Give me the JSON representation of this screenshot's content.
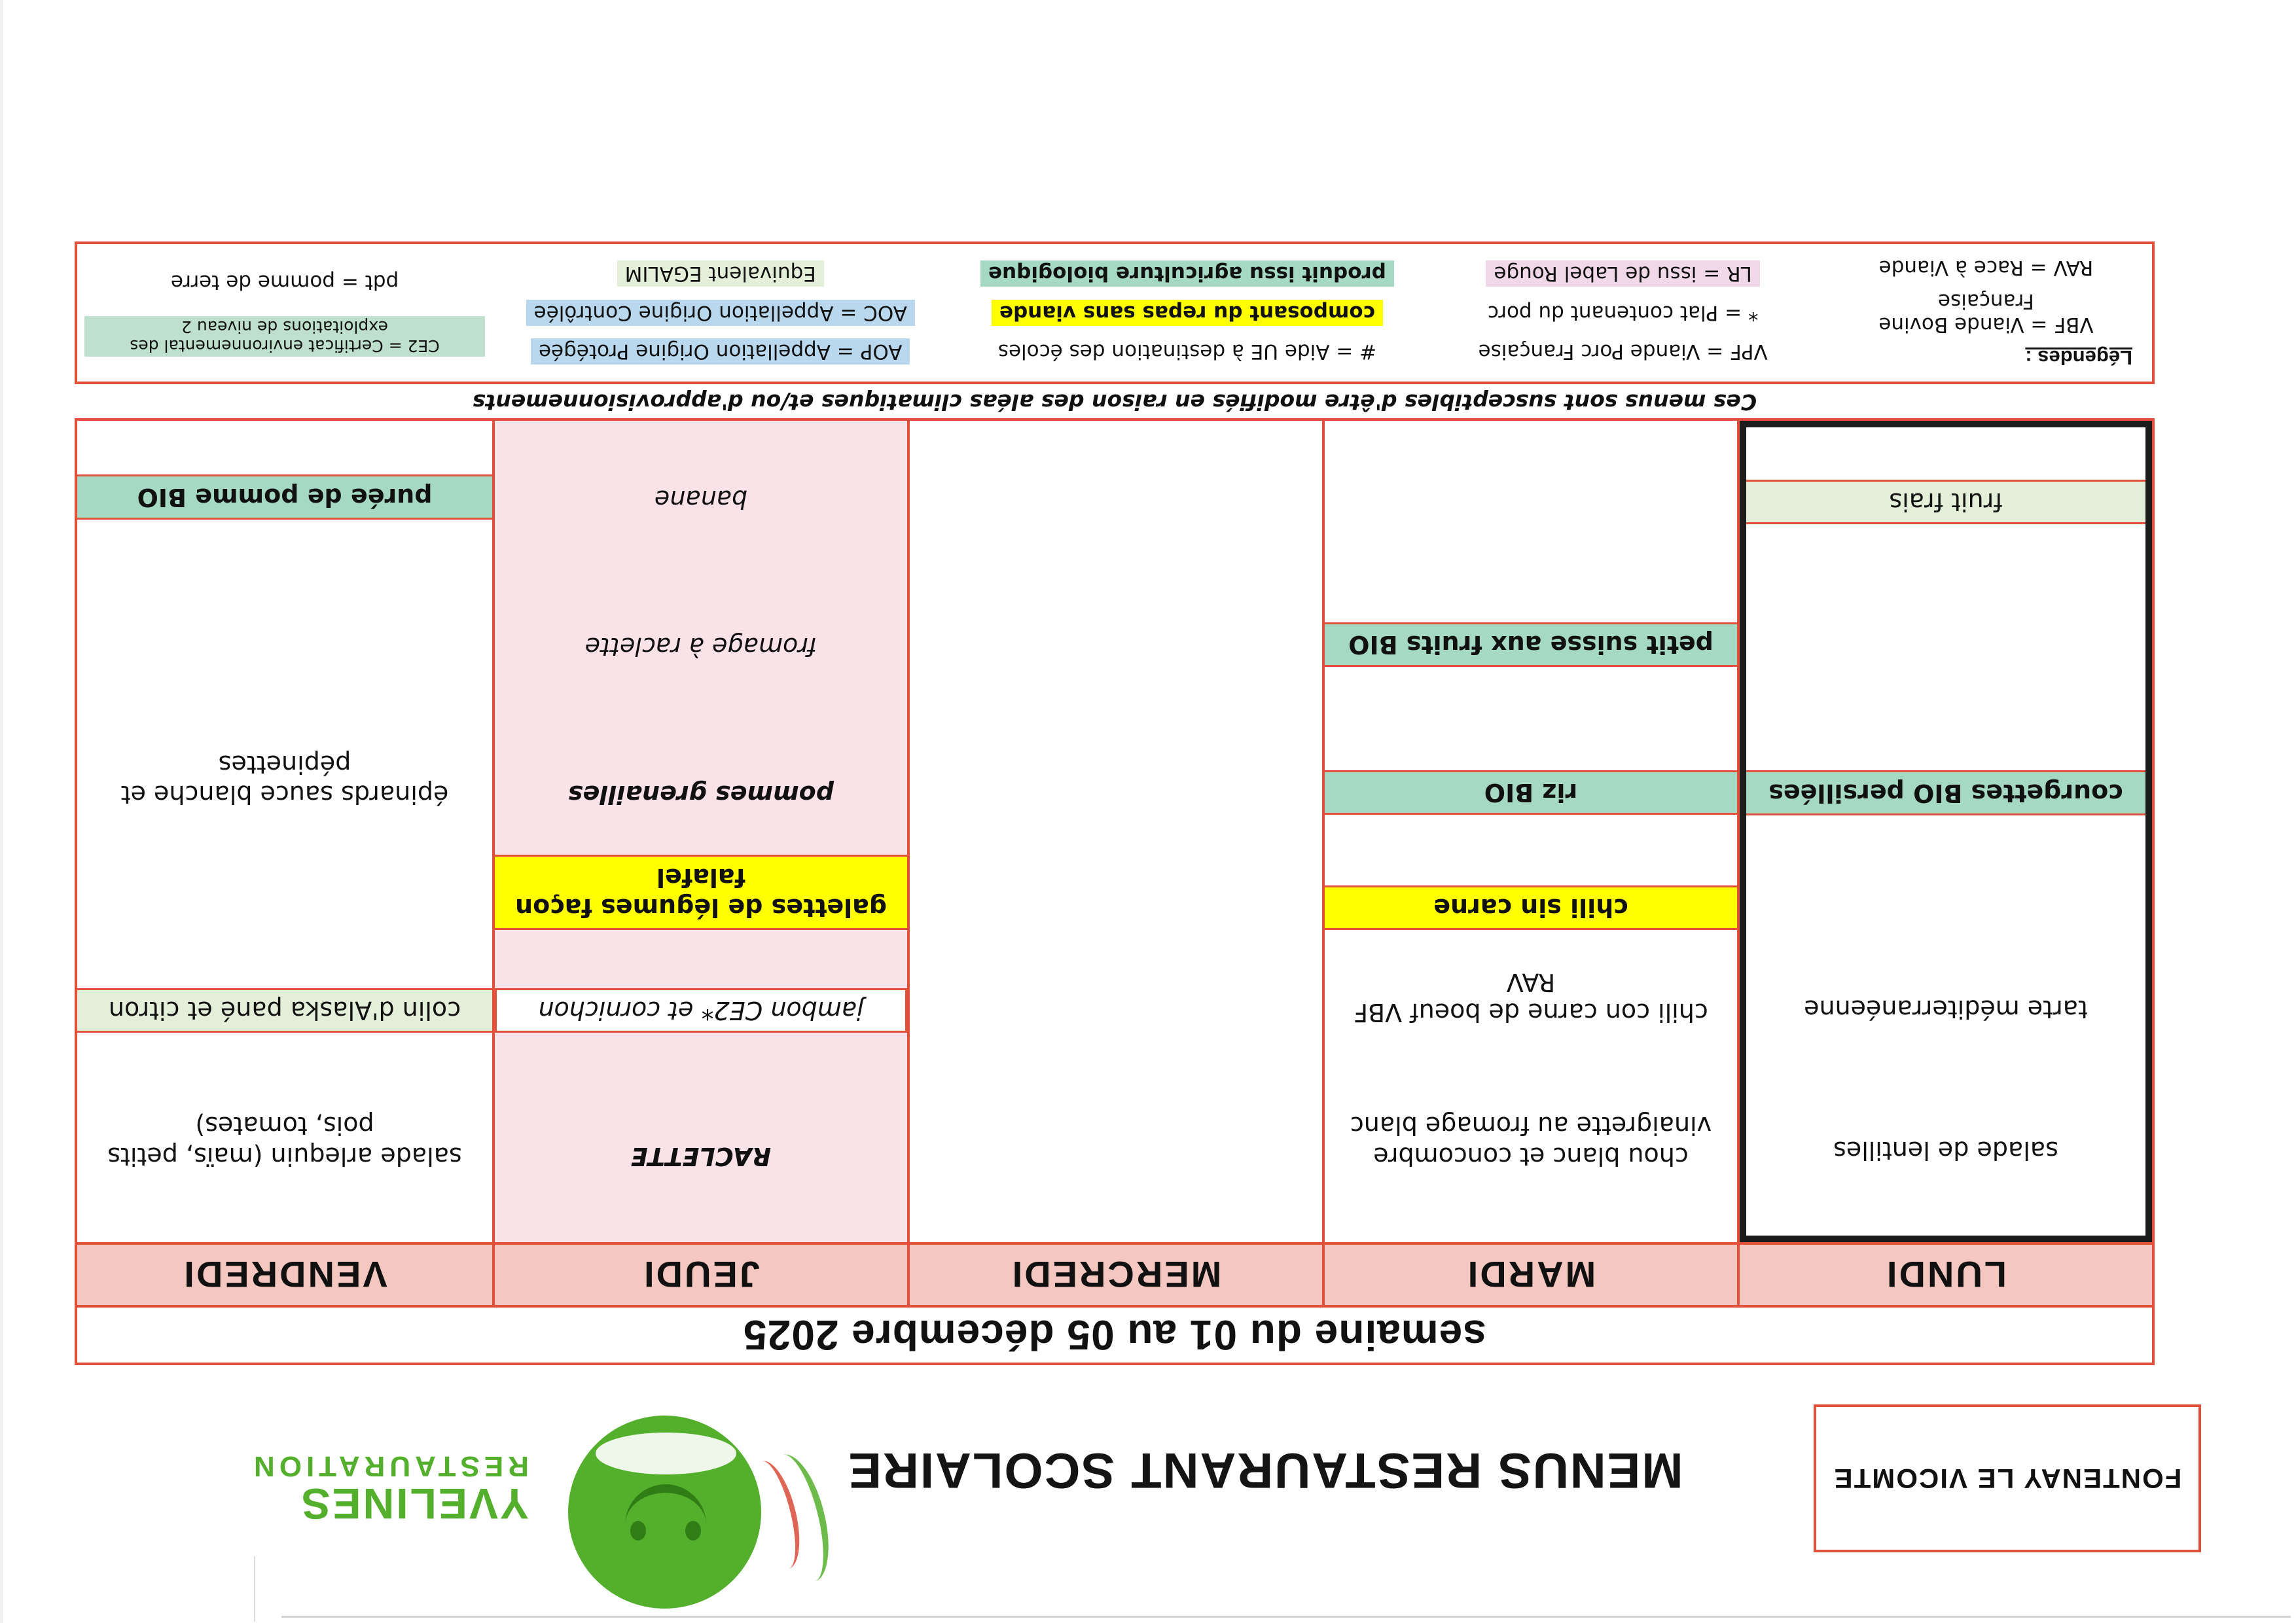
{
  "site_name": "FONTENAY LE VICOMTE",
  "title": "MENUS RESTAURANT SCOLAIRE",
  "logo": {
    "line1": "YVELINES",
    "line2": "RESTAURATION"
  },
  "week_header": "semaine du 01 au 05 décembre 2025",
  "days": [
    {
      "label": "LUNDI",
      "emphasized": true,
      "theme": "white",
      "items": [
        {
          "text": "salade de lentilles",
          "slot": 1,
          "style": "plain"
        },
        {
          "text": "tarte méditerranéenne",
          "slot": 2,
          "style": "plain"
        },
        {
          "text": "courgettes BIO persillées",
          "slot": 4,
          "style": "teal"
        },
        {
          "text": "fruit frais",
          "slot": 6,
          "style": "lightgreen"
        }
      ]
    },
    {
      "label": "MARDI",
      "emphasized": false,
      "theme": "white",
      "items": [
        {
          "text": "chou blanc et concombre vinaigrette au fromage blanc",
          "slot": 1,
          "style": "plain"
        },
        {
          "text": "chili con carne de boeuf VBF RAV",
          "slot": 2,
          "style": "plain"
        },
        {
          "text": "chili sin carne",
          "slot": 3,
          "style": "yellow"
        },
        {
          "text": "riz BIO",
          "slot": 4,
          "style": "teal"
        },
        {
          "text": "petit suisse aux fruits BIO",
          "slot": 5,
          "style": "teal"
        }
      ]
    },
    {
      "label": "MERCREDI",
      "emphasized": false,
      "theme": "white",
      "items": []
    },
    {
      "label": "JEUDI",
      "emphasized": false,
      "theme": "pink",
      "items": [
        {
          "text": "RACLETTE",
          "slot": 1,
          "style": "plain",
          "italic": true,
          "bold": true
        },
        {
          "text": "jambon CE2* et cornichon",
          "slot": 2,
          "style": "whitebox",
          "italic": true
        },
        {
          "text": "galettes de légumes façon falafel",
          "slot": 3,
          "style": "yellow"
        },
        {
          "text": "pommes grenailles",
          "slot": 4,
          "style": "plain",
          "italic": true,
          "bold": true
        },
        {
          "text": "fromage à raclette",
          "slot": 5,
          "style": "plain",
          "italic": true
        },
        {
          "text": "banane",
          "slot": 6,
          "style": "plain",
          "italic": true
        }
      ]
    },
    {
      "label": "VENDREDI",
      "emphasized": false,
      "theme": "white",
      "items": [
        {
          "text": "salade arlequin (maïs, petits pois, tomates)",
          "slot": 1,
          "style": "plain"
        },
        {
          "text": "colin d'Alaska pané et citron",
          "slot": 2,
          "style": "lightgreen"
        },
        {
          "text": "épinards sauce blanche et pépinettes",
          "slot": 4,
          "style": "plain"
        },
        {
          "text": "purée de pomme BIO",
          "slot": 6,
          "style": "teal"
        }
      ]
    }
  ],
  "disclaimer": "Ces menus sont susceptibles d'être modifiés en raison des aléas climatiques et/ou d'approvisionnements",
  "legend": {
    "columns": [
      [
        {
          "text": "Légendes :",
          "style": "heading"
        },
        {
          "text": "VBF = Viande Bovine Française",
          "style": "plain"
        },
        {
          "text": "RAV = Race à Viande",
          "style": "plain"
        }
      ],
      [
        {
          "text": "VPF = Viande Porc Française",
          "style": "plain"
        },
        {
          "text": "* = Plat contenant du porc",
          "style": "plain"
        },
        {
          "text": "LR = issu de Label Rouge",
          "style": "pink"
        }
      ],
      [
        {
          "text": "# = Aide UE à destination des écoles",
          "style": "plain"
        },
        {
          "text": "composant du repas sans viande",
          "style": "yellow"
        },
        {
          "text": "produit issu agriculture biologique",
          "style": "teal"
        }
      ],
      [
        {
          "text": "AOP = Appellation Origine Protégée",
          "style": "blue"
        },
        {
          "text": "AOC = Appellation Origine Contrôlée",
          "style": "blue"
        },
        {
          "text": "Equivalent EGALIM",
          "style": "lightgreen"
        }
      ],
      [
        {
          "text": "CE2 = Certificat environnemental des exploitations de niveau 2",
          "style": "ce2"
        },
        {
          "text": "pdt = pomme de terre",
          "style": "plain"
        }
      ]
    ]
  },
  "colors": {
    "line_red": "#e0503a",
    "day_header_bg": "#f4c8c0",
    "teal": "#a5d9c4",
    "yellow": "#ffff00",
    "light_green": "#e4efd9",
    "pink_column": "#f9e2e8",
    "legend_pink": "#f1d8e8",
    "legend_blue": "#b9d8ee",
    "ce2_green": "#bfe0cd",
    "logo_green": "#54b02c",
    "logo_dark_green": "#2f7d14",
    "black_frame": "#1c1c1c"
  }
}
